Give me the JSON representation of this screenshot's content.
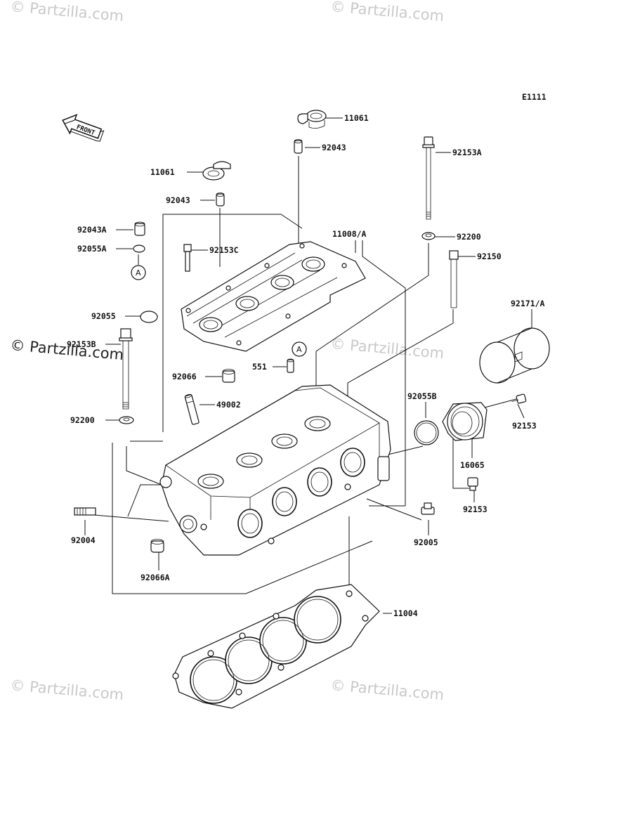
{
  "diagram": {
    "code": "E1111",
    "front_label": "FRONT",
    "ref_marker": "A",
    "watermark_text": "© Partzilla.com",
    "parts": {
      "p11061_top": "11061",
      "p92043_top": "92043",
      "p92153A": "92153A",
      "p11061_left": "11061",
      "p92043_left": "92043",
      "p92043A": "92043A",
      "p92055A": "92055A",
      "p11008A": "11008/A",
      "p92200_right": "92200",
      "p92153C": "92153C",
      "p92150": "92150",
      "p92171A": "92171/A",
      "p92055": "92055",
      "p92153B": "92153B",
      "p551": "551",
      "p92066": "92066",
      "p49002": "49002",
      "p92055B": "92055B",
      "p92153_upper": "92153",
      "p92200_left": "92200",
      "p16065": "16065",
      "p92153_lower": "92153",
      "p92004": "92004",
      "p92005": "92005",
      "p92066A": "92066A",
      "p11004": "11004"
    }
  }
}
